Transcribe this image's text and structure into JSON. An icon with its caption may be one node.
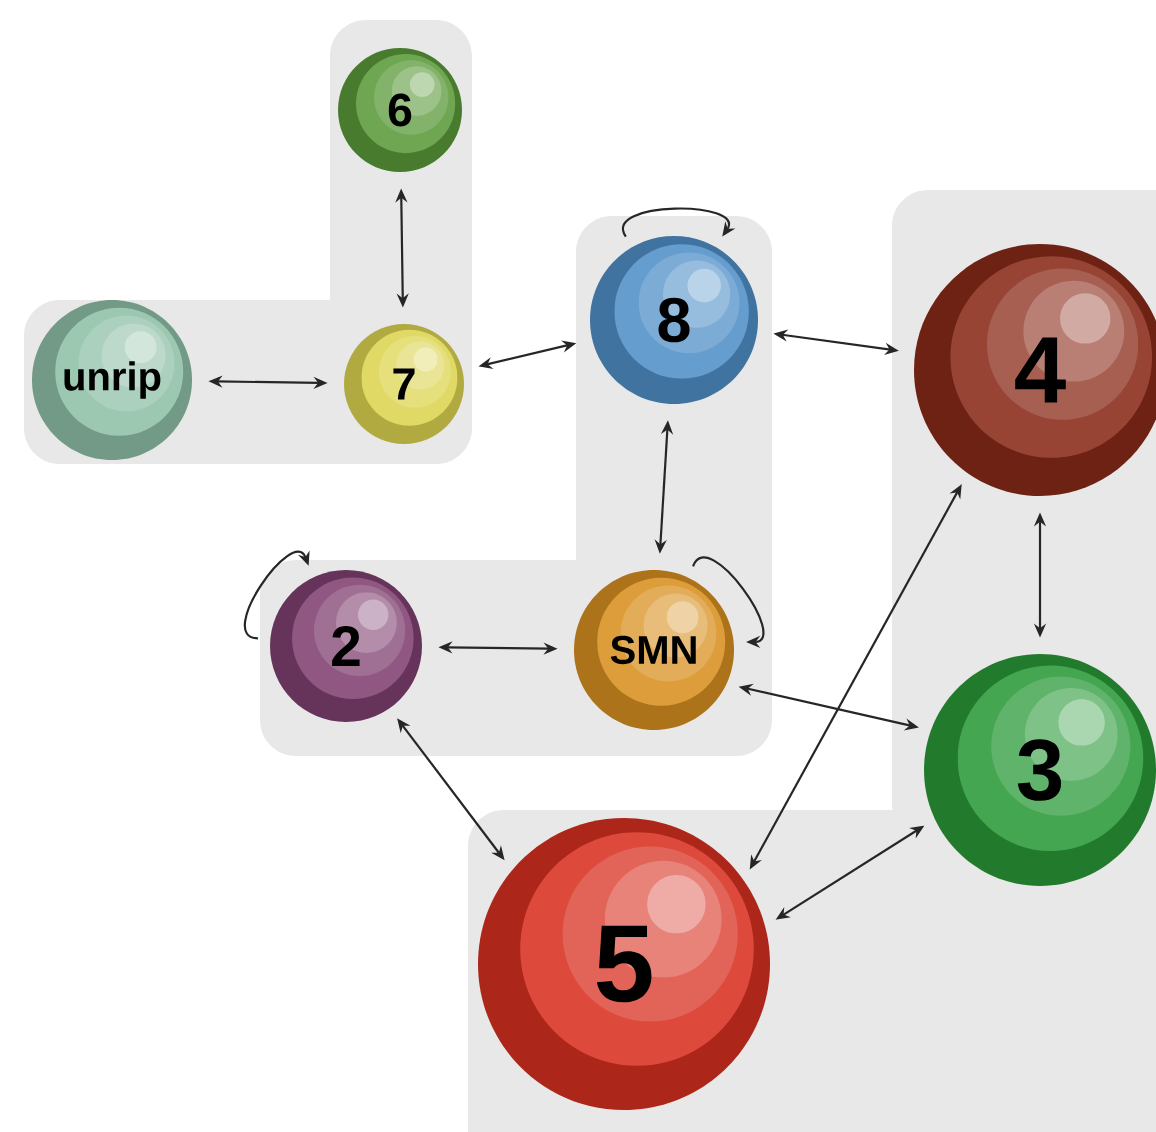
{
  "diagram": {
    "nodes": [
      {
        "text": [
          "6"
        ]
      },
      {
        "text": [
          "unrip"
        ]
      },
      {
        "text": [
          "7"
        ]
      },
      {
        "text": [
          "8"
        ]
      },
      {
        "text": [
          "4"
        ]
      },
      {
        "text": [
          "2"
        ]
      },
      {
        "text": [
          "SMN"
        ]
      },
      {
        "text": [
          "3"
        ]
      },
      {
        "text": [
          "5"
        ]
      }
    ],
    "edges": [
      {
        "from": 0,
        "to": 2,
        "arrow": "both"
      },
      {
        "from": 1,
        "to": 2,
        "arrow": "both"
      },
      {
        "from": 2,
        "to": 3,
        "arrow": "both"
      },
      {
        "from": 3,
        "to": 3,
        "arrow": "to"
      },
      {
        "from": 3,
        "to": 4,
        "arrow": "both"
      },
      {
        "from": 3,
        "to": 6,
        "arrow": "both"
      },
      {
        "from": 5,
        "to": 5,
        "arrow": "to"
      },
      {
        "from": 5,
        "to": 6,
        "arrow": "both"
      },
      {
        "from": 6,
        "to": 6,
        "arrow": "to"
      },
      {
        "from": 4,
        "to": 7,
        "arrow": "both"
      },
      {
        "from": 6,
        "to": 7,
        "arrow": "both"
      },
      {
        "from": 8,
        "to": 4,
        "arrow": "both"
      },
      {
        "from": 8,
        "to": 7,
        "arrow": "both"
      },
      {
        "from": 5,
        "to": 8,
        "arrow": "both"
      }
    ]
  }
}
